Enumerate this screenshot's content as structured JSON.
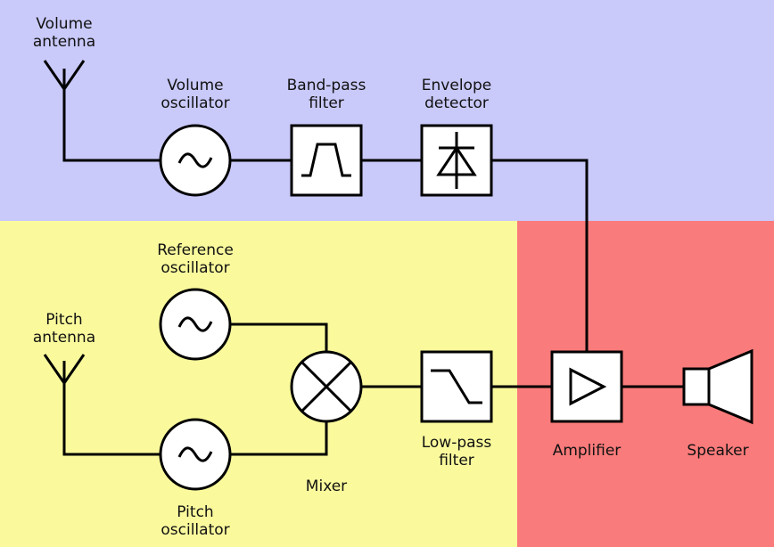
{
  "regions": {
    "volume_color": "#c9c9fa",
    "pitch_color": "#fafa9d",
    "output_color": "#fa7b7b"
  },
  "labels": {
    "volume_antenna": [
      "Volume",
      "antenna"
    ],
    "volume_oscillator": [
      "Volume",
      "oscillator"
    ],
    "band_pass_filter": [
      "Band-pass",
      "filter"
    ],
    "envelope_detector": [
      "Envelope",
      "detector"
    ],
    "reference_oscillator": [
      "Reference",
      "oscillator"
    ],
    "pitch_antenna": [
      "Pitch",
      "antenna"
    ],
    "pitch_oscillator": [
      "Pitch",
      "oscillator"
    ],
    "mixer": "Mixer",
    "low_pass_filter": [
      "Low-pass",
      "filter"
    ],
    "amplifier": "Amplifier",
    "speaker": "Speaker"
  },
  "icons": {
    "antenna": "antenna-icon",
    "oscillator": "sine-wave-icon",
    "band_pass": "band-pass-filter-icon",
    "envelope": "diode-icon",
    "mixer": "mixer-cross-icon",
    "low_pass": "low-pass-filter-icon",
    "amplifier": "triangle-amplifier-icon",
    "speaker": "speaker-icon"
  }
}
